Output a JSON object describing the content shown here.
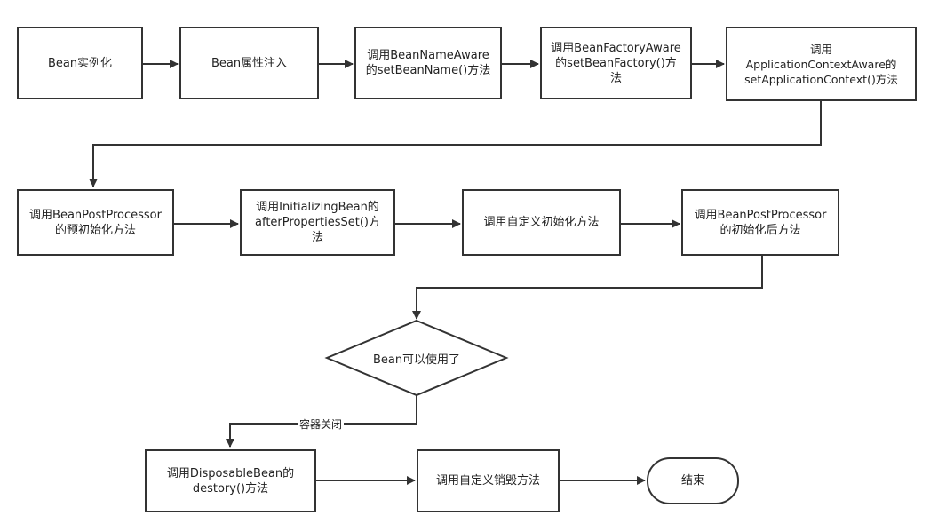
{
  "nodes": {
    "instantiate": "Bean实例化",
    "inject": "Bean属性注入",
    "name_aware": "调用BeanNameAware\n的setBeanName()方法",
    "factory_aware": "调用BeanFactoryAware\n的setBeanFactory()方\n法",
    "context_aware": "调用\nApplicationContextAware的\nsetApplicationContext()方法",
    "post_before": "调用BeanPostProcessor\n的预初始化方法",
    "initializing": "调用InitializingBean的\nafterPropertiesSet()方\n法",
    "custom_init": "调用自定义初始化方法",
    "post_after": "调用BeanPostProcessor\n的初始化后方法",
    "usable": "Bean可以使用了",
    "disposable": "调用DisposableBean的\ndestory()方法",
    "custom_destroy": "调用自定义销毁方法",
    "end": "结束"
  },
  "edge_labels": {
    "container_close": "容器关闭"
  }
}
